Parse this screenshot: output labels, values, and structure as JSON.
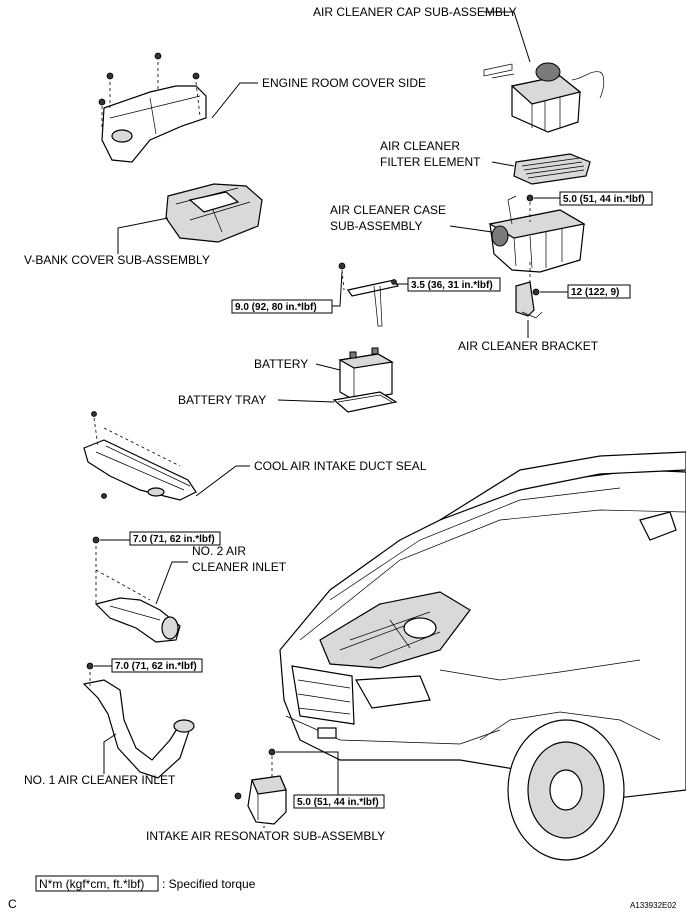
{
  "labels": {
    "air_cleaner_cap": "AIR CLEANER CAP SUB-ASSEMBLY",
    "engine_room_cover_side": "ENGINE ROOM COVER SIDE",
    "air_cleaner_filter_1": "AIR CLEANER",
    "air_cleaner_filter_2": "FILTER ELEMENT",
    "air_cleaner_case_1": "AIR CLEANER CASE",
    "air_cleaner_case_2": "SUB-ASSEMBLY",
    "v_bank_cover": "V-BANK COVER SUB-ASSEMBLY",
    "air_cleaner_bracket": "AIR CLEANER BRACKET",
    "battery": "BATTERY",
    "battery_tray": "BATTERY TRAY",
    "cool_air_intake_duct_seal": "COOL AIR INTAKE DUCT SEAL",
    "no2_air_cleaner_inlet_1": "NO. 2 AIR",
    "no2_air_cleaner_inlet_2": "CLEANER INLET",
    "no1_air_cleaner_inlet": "NO. 1 AIR CLEANER INLET",
    "intake_air_resonator": "INTAKE AIR RESONATOR SUB-ASSEMBLY"
  },
  "torques": {
    "case_bolt": "5.0 (51, 44 in.*lbf)",
    "bracket_bolt": "12 (122, 9)",
    "battery_clamp_nut": "3.5 (36, 31 in.*lbf)",
    "battery_clamp_bolt": "9.0 (92, 80 in.*lbf)",
    "no2_inlet_bolt": "7.0 (71, 62 in.*lbf)",
    "no1_inlet_bolt": "7.0 (71, 62 in.*lbf)",
    "resonator_bolt": "5.0 (51, 44 in.*lbf)"
  },
  "legend": {
    "unit": "N*m (kgf*cm, ft.*lbf)",
    "description": ": Specified torque"
  },
  "footer": {
    "corner_mark": "C",
    "figure_id": "A133932E02"
  }
}
